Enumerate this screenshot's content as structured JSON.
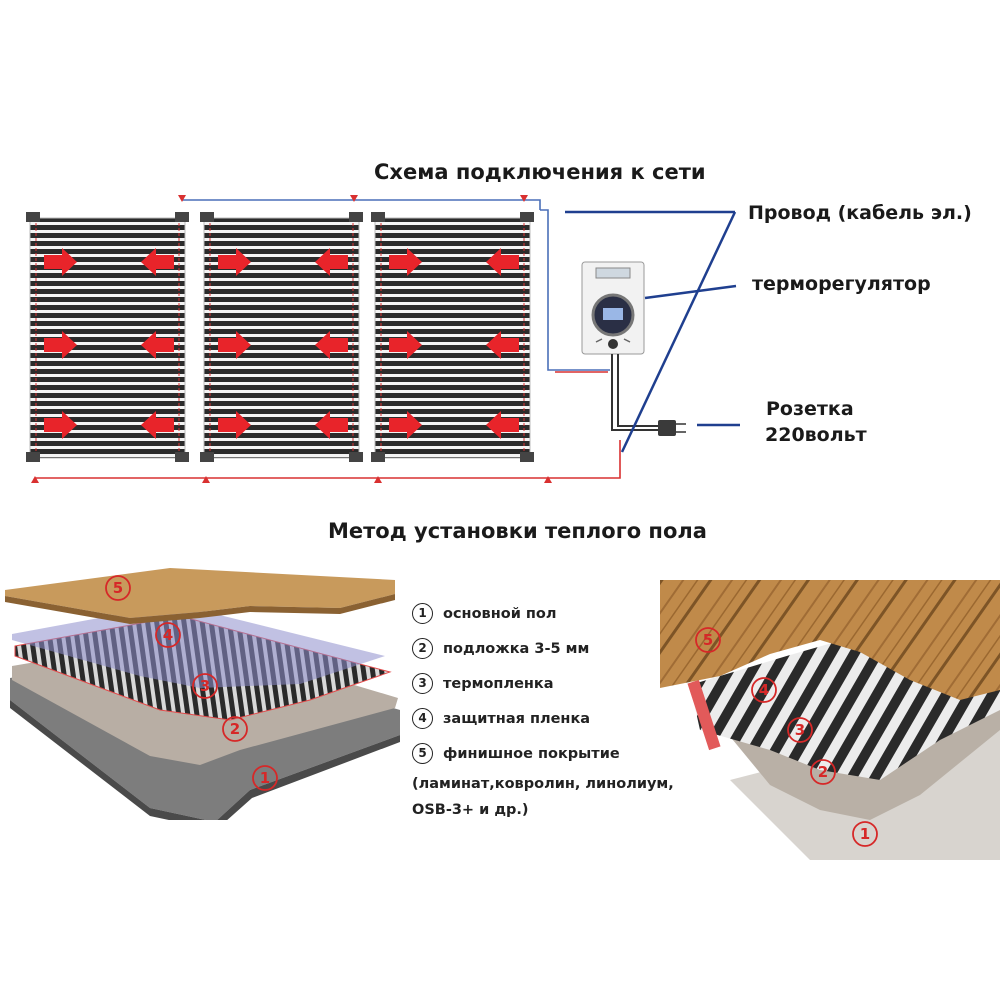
{
  "scheme": {
    "title": "Схема подключения к сети",
    "labels": {
      "wire": "Провод (кабель эл.)",
      "thermostat": "терморегулятор",
      "socket_line1": "Розетка",
      "socket_line2": "220вольт"
    }
  },
  "installation": {
    "title": "Метод установки теплого пола",
    "markers": [
      "1",
      "2",
      "3",
      "4",
      "5"
    ],
    "legend": [
      {
        "num": "1",
        "text": "основной пол"
      },
      {
        "num": "2",
        "text": "подложка 3-5 мм"
      },
      {
        "num": "3",
        "text": "термопленка"
      },
      {
        "num": "4",
        "text": "защитная пленка"
      },
      {
        "num": "5",
        "text": "финишное покрытие"
      }
    ],
    "legend_continuation": [
      "(ламинат,ковролин, линолиум,",
      "OSB-3+ и др.)"
    ]
  },
  "colors": {
    "film_stripe": "#2b2b2b",
    "arrow": "#e8242a",
    "wire_blue": "#1f3f8f",
    "wire_red": "#d93030",
    "wood": "#c89a5c",
    "marker_red": "#d62828"
  },
  "icons": [
    "heat-arrow-icon",
    "thermostat-device-icon",
    "plug-icon"
  ]
}
